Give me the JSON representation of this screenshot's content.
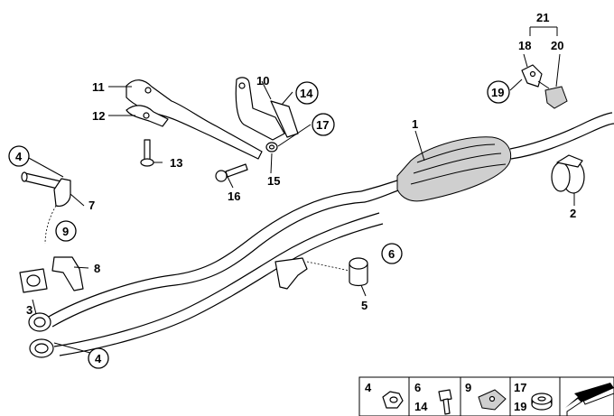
{
  "callouts": {
    "c1": "1",
    "c2": "2",
    "c3": "3",
    "c4a": "4",
    "c4b": "4",
    "c5": "5",
    "c6": "6",
    "c7": "7",
    "c8": "8",
    "c9": "9",
    "c10": "10",
    "c11": "11",
    "c12": "12",
    "c13": "13",
    "c14": "14",
    "c15": "15",
    "c16": "16",
    "c17": "17",
    "c18": "18",
    "c19": "19",
    "c20": "20",
    "c21": "21"
  },
  "legend": {
    "l4": "4",
    "l6": "6",
    "l14": "14",
    "l9": "9",
    "l17": "17",
    "l19": "19"
  }
}
